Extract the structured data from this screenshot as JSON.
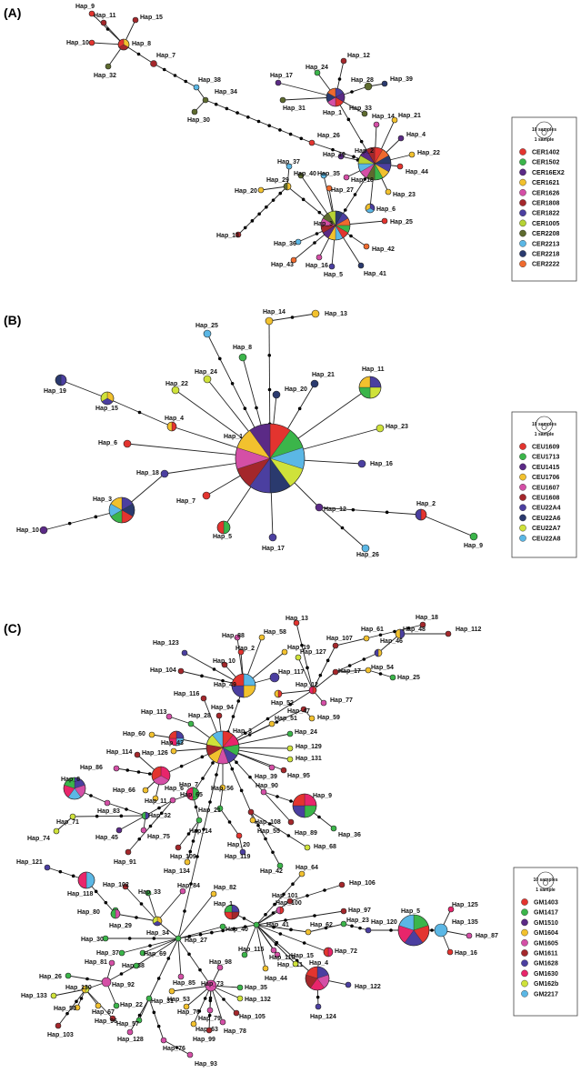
{
  "panels": [
    {
      "label": "(A)",
      "legend": {
        "scale_large": "10 samples",
        "scale_small": "1 sample",
        "entries": [
          {
            "name": "CER1402",
            "color": "#e3342f"
          },
          {
            "name": "CER1502",
            "color": "#3bb54a"
          },
          {
            "name": "CER16EX2",
            "color": "#5b2a86"
          },
          {
            "name": "CER1621",
            "color": "#f2c12e"
          },
          {
            "name": "CER1626",
            "color": "#d44fa6"
          },
          {
            "name": "CER1808",
            "color": "#a4272b"
          },
          {
            "name": "CER1822",
            "color": "#4b3fa0"
          },
          {
            "name": "CER1005",
            "color": "#b6d334"
          },
          {
            "name": "CER2208",
            "color": "#5e6b2f"
          },
          {
            "name": "CER2213",
            "color": "#5bb7e5"
          },
          {
            "name": "CER2218",
            "color": "#2a3a6e"
          },
          {
            "name": "CER2222",
            "color": "#ef6a2e"
          }
        ]
      },
      "nodes": [
        "Hap_9",
        "Hap_11",
        "Hap_15",
        "Hap_10",
        "Hap_8",
        "Hap_32",
        "Hap_7",
        "Hap_38",
        "Hap_34",
        "Hap_30",
        "Hap_24",
        "Hap_12",
        "Hap_17",
        "Hap_28",
        "Hap_39",
        "Hap_31",
        "Hap_1",
        "Hap_33",
        "Hap_14",
        "Hap_21",
        "Hap_4",
        "Hap_26",
        "Hap_2",
        "Hap_22",
        "Hap_19",
        "Hap_44",
        "Hap_37",
        "Hap_40",
        "Hap_35",
        "Hap_18",
        "Hap_29",
        "Hap_27",
        "Hap_20",
        "Hap_23",
        "Hap_6",
        "Hap_3",
        "Hap_25",
        "Hap_13",
        "Hap_36",
        "Hap_42",
        "Hap_43",
        "Hap_16",
        "Hap_5",
        "Hap_41"
      ]
    },
    {
      "label": "(B)",
      "legend": {
        "scale_large": "10 samples",
        "scale_small": "1 sample",
        "entries": [
          {
            "name": "CEU1609",
            "color": "#e3342f"
          },
          {
            "name": "CEU1713",
            "color": "#3bb54a"
          },
          {
            "name": "CEU1415",
            "color": "#5b2a86"
          },
          {
            "name": "CEU1706",
            "color": "#f2c12e"
          },
          {
            "name": "CEU1607",
            "color": "#d44fa6"
          },
          {
            "name": "CEU1608",
            "color": "#a4272b"
          },
          {
            "name": "CEU22A4",
            "color": "#4b3fa0"
          },
          {
            "name": "CEU22A6",
            "color": "#2a3a6e"
          },
          {
            "name": "CEU22A7",
            "color": "#cfe23a"
          },
          {
            "name": "CEU22A8",
            "color": "#5bb7e5"
          }
        ]
      },
      "nodes": [
        "Hap_14",
        "Hap_13",
        "Hap_25",
        "Hap_8",
        "Hap_21",
        "Hap_24",
        "Hap_20",
        "Hap_22",
        "Hap_11",
        "Hap_19",
        "Hap_15",
        "Hap_4",
        "Hap_1",
        "Hap_23",
        "Hap_6",
        "Hap_18",
        "Hap_16",
        "Hap_3",
        "Hap_7",
        "Hap_12",
        "Hap_10",
        "Hap_5",
        "Hap_17",
        "Hap_2",
        "Hap_26",
        "Hap_9"
      ]
    },
    {
      "label": "(C)",
      "legend": {
        "scale_large": "10 samples",
        "scale_small": "1 sample",
        "entries": [
          {
            "name": "GM1403",
            "color": "#e3342f"
          },
          {
            "name": "GM1417",
            "color": "#3bb54a"
          },
          {
            "name": "GM1510",
            "color": "#5b2a86"
          },
          {
            "name": "GM1604",
            "color": "#f2c12e"
          },
          {
            "name": "GM1605",
            "color": "#d44fa6"
          },
          {
            "name": "GM1611",
            "color": "#a4272b"
          },
          {
            "name": "GM1628",
            "color": "#4b3fa0"
          },
          {
            "name": "GM1630",
            "color": "#e8256b"
          },
          {
            "name": "GM162b",
            "color": "#cfe23a"
          },
          {
            "name": "GM2217",
            "color": "#5bb7e5"
          }
        ]
      },
      "nodes": [
        "Hap_18",
        "Hap_13",
        "Hap_88",
        "Hap_58",
        "Hap_123",
        "Hap_2",
        "Hap_19",
        "Hap_107",
        "Hap_61",
        "Hap_48",
        "Hap_112",
        "Hap_104",
        "Hap_10",
        "Hap_127",
        "Hap_46",
        "Hap_49",
        "Hap_117",
        "Hap_17",
        "Hap_54",
        "Hap_25",
        "Hap_116",
        "Hap_52",
        "Hap_12",
        "Hap_77",
        "Hap_94",
        "Hap_47",
        "Hap_59",
        "Hap_113",
        "Hap_28",
        "Hap_3",
        "Hap_51",
        "Hap_24",
        "Hap_60",
        "Hap_43",
        "Hap_129",
        "Hap_126",
        "Hap_131",
        "Hap_39",
        "Hap_95",
        "Hap_114",
        "Hap_90",
        "Hap_86",
        "Hap_6",
        "Hap_7",
        "Hap_56",
        "Hap_9",
        "Hap_66",
        "Hap_11",
        "Hap_65",
        "Hap_21",
        "Hap_108",
        "Hap_89",
        "Hap_8",
        "Hap_83",
        "Hap_32",
        "Hap_14",
        "Hap_55",
        "Hap_36",
        "Hap_45",
        "Hap_75",
        "Hap_20",
        "Hap_71",
        "Hap_91",
        "Hap_109",
        "Hap_68",
        "Hap_74",
        "Hap_134",
        "Hap_119",
        "Hap_42",
        "Hap_121",
        "Hap_64",
        "Hap_106",
        "Hap_118",
        "Hap_102",
        "Hap_33",
        "Hap_84",
        "Hap_82",
        "Hap_101",
        "Hap_1",
        "Hap_100",
        "Hap_97",
        "Hap_80",
        "Hap_29",
        "Hap_34",
        "Hap_41",
        "Hap_23",
        "Hap_125",
        "Hap_5",
        "Hap_62",
        "Hap_120",
        "Hap_135",
        "Hap_87",
        "Hap_40",
        "Hap_30",
        "Hap_27",
        "Hap_111",
        "Hap_72",
        "Hap_16",
        "Hap_37",
        "Hap_69",
        "Hap_115",
        "Hap_110",
        "Hap_81",
        "Hap_38",
        "Hap_98",
        "Hap_44",
        "Hap_15",
        "Hap_26",
        "Hap_92",
        "Hap_85",
        "Hap_35",
        "Hap_4",
        "Hap_130",
        "Hap_73",
        "Hap_132",
        "Hap_122",
        "Hap_133",
        "Hap_53",
        "Hap_31",
        "Hap_50",
        "Hap_67",
        "Hap_22",
        "Hap_70",
        "Hap_79",
        "Hap_105",
        "Hap_96",
        "Hap_57",
        "Hap_63",
        "Hap_78",
        "Hap_124",
        "Hap_103",
        "Hap_128",
        "Hap_99",
        "Hap_76",
        "Hap_93"
      ]
    }
  ]
}
